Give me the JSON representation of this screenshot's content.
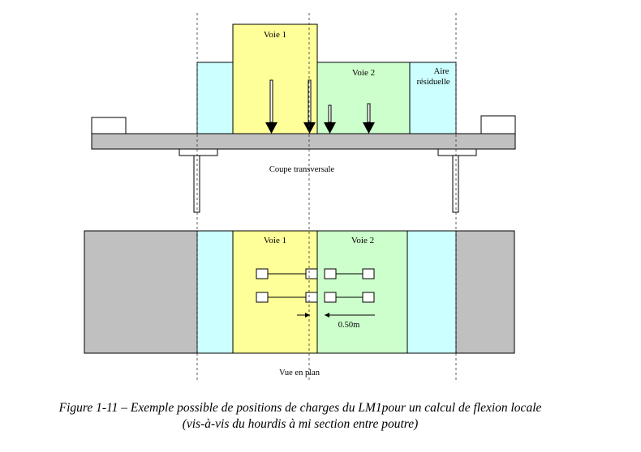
{
  "section_view": {
    "lane1_label": "Voie 1",
    "lane2_label": "Voie 2",
    "residual_label_line1": "Aire",
    "residual_label_line2": "résiduelle",
    "title": "Coupe transversale"
  },
  "plan_view": {
    "lane1_label": "Voie 1",
    "lane2_label": "Voie 2",
    "dimension_label": "0.50m",
    "title": "Vue en plan"
  },
  "caption": {
    "line1": "Figure 1-11 – Exemple possible de positions de charges du LM1pour un calcul de flexion locale",
    "line2": "(vis-à-vis du hourdis à mi section entre poutre)"
  },
  "colors": {
    "lane1": "#ffff99",
    "lane2": "#ccffcc",
    "residual": "#ccffff",
    "deck": "#c0c0c0"
  }
}
